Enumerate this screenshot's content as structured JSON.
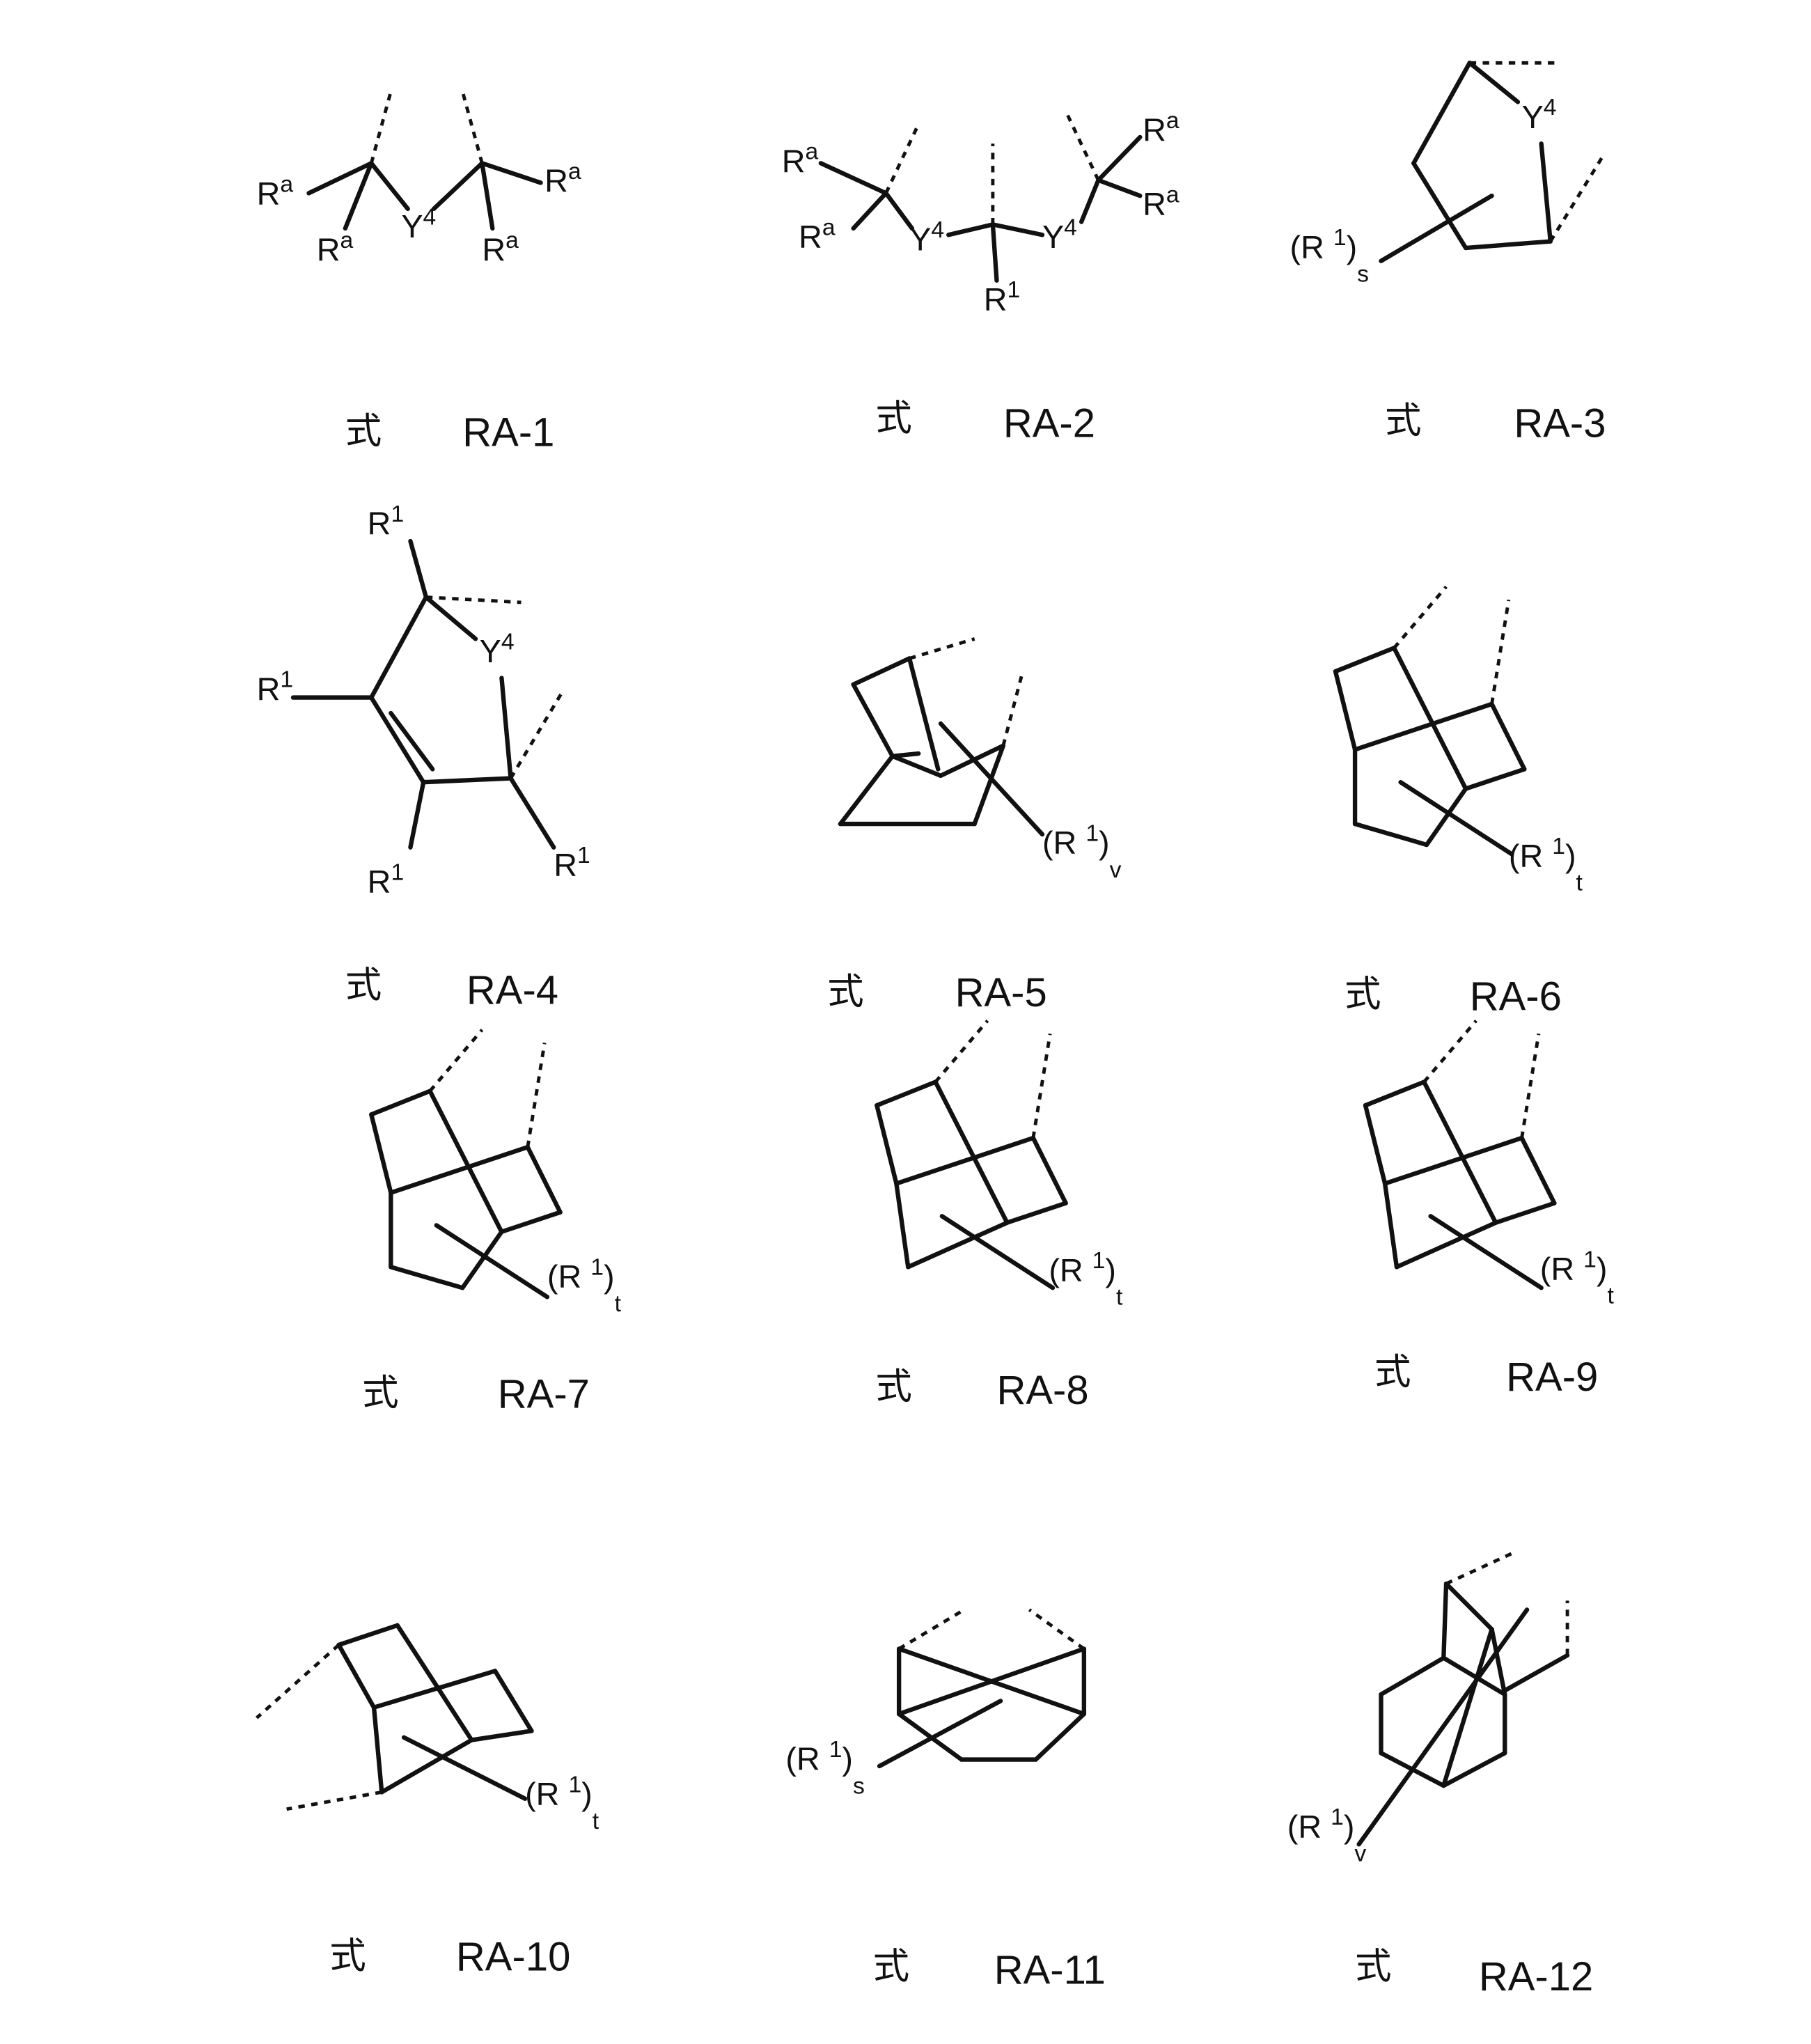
{
  "structures": [
    {
      "prefix": "式",
      "label": "RA-1",
      "atoms": [
        [
          {
            "t": "R"
          },
          {
            "t": "a",
            "s": "sup"
          }
        ],
        [
          {
            "t": "R"
          },
          {
            "t": "a",
            "s": "sup"
          }
        ],
        [
          {
            "t": "Y"
          },
          {
            "t": "4",
            "s": "sup"
          }
        ],
        [
          {
            "t": "R"
          },
          {
            "t": "a",
            "s": "sup"
          }
        ],
        [
          {
            "t": "R"
          },
          {
            "t": "a",
            "s": "sup"
          }
        ]
      ]
    },
    {
      "prefix": "式",
      "label": "RA-2",
      "atoms": [
        [
          {
            "t": "R"
          },
          {
            "t": "a",
            "s": "sup"
          }
        ],
        [
          {
            "t": "R"
          },
          {
            "t": "a",
            "s": "sup"
          }
        ],
        [
          {
            "t": "Y"
          },
          {
            "t": "4",
            "s": "sup"
          }
        ],
        [
          {
            "t": "R"
          },
          {
            "t": "1",
            "s": "sup"
          }
        ],
        [
          {
            "t": "Y"
          },
          {
            "t": "4",
            "s": "sup"
          }
        ],
        [
          {
            "t": "R"
          },
          {
            "t": "a",
            "s": "sup"
          }
        ],
        [
          {
            "t": "R"
          },
          {
            "t": "a",
            "s": "sup"
          }
        ]
      ]
    },
    {
      "prefix": "式",
      "label": "RA-3",
      "atoms": [
        [
          {
            "t": "Y"
          },
          {
            "t": "4",
            "s": "sup"
          }
        ],
        [
          {
            "t": "(R "
          },
          {
            "t": "1",
            "s": "sup"
          },
          {
            "t": ")"
          },
          {
            "t": "s",
            "s": "sub"
          }
        ]
      ]
    },
    {
      "prefix": "式",
      "label": "RA-4",
      "atoms": [
        [
          {
            "t": "R"
          },
          {
            "t": "1",
            "s": "sup"
          }
        ],
        [
          {
            "t": "R"
          },
          {
            "t": "1",
            "s": "sup"
          }
        ],
        [
          {
            "t": "Y"
          },
          {
            "t": "4",
            "s": "sup"
          }
        ],
        [
          {
            "t": "R"
          },
          {
            "t": "1",
            "s": "sup"
          }
        ],
        [
          {
            "t": "R"
          },
          {
            "t": "1",
            "s": "sup"
          }
        ]
      ]
    },
    {
      "prefix": "式",
      "label": "RA-5",
      "atoms": [
        [
          {
            "t": "(R "
          },
          {
            "t": "1",
            "s": "sup"
          },
          {
            "t": ")"
          },
          {
            "t": "v",
            "s": "sub"
          }
        ]
      ]
    },
    {
      "prefix": "式",
      "label": "RA-6",
      "atoms": [
        [
          {
            "t": "(R "
          },
          {
            "t": "1",
            "s": "sup"
          },
          {
            "t": ")"
          },
          {
            "t": "t",
            "s": "sub"
          }
        ]
      ]
    },
    {
      "prefix": "式",
      "label": "RA-7",
      "atoms": [
        [
          {
            "t": "(R "
          },
          {
            "t": "1",
            "s": "sup"
          },
          {
            "t": ")"
          },
          {
            "t": "t",
            "s": "sub"
          }
        ]
      ]
    },
    {
      "prefix": "式",
      "label": "RA-8",
      "atoms": [
        [
          {
            "t": "(R "
          },
          {
            "t": "1",
            "s": "sup"
          },
          {
            "t": ")"
          },
          {
            "t": "t",
            "s": "sub"
          }
        ]
      ]
    },
    {
      "prefix": "式",
      "label": "RA-9",
      "atoms": [
        [
          {
            "t": "(R "
          },
          {
            "t": "1",
            "s": "sup"
          },
          {
            "t": ")"
          },
          {
            "t": "t",
            "s": "sub"
          }
        ]
      ]
    },
    {
      "prefix": "式",
      "label": "RA-10",
      "atoms": [
        [
          {
            "t": "(R "
          },
          {
            "t": "1",
            "s": "sup"
          },
          {
            "t": ")"
          },
          {
            "t": "t",
            "s": "sub"
          }
        ]
      ]
    },
    {
      "prefix": "式",
      "label": "RA-11",
      "atoms": [
        [
          {
            "t": "(R "
          },
          {
            "t": "1",
            "s": "sup"
          },
          {
            "t": ")"
          },
          {
            "t": "s",
            "s": "sub"
          }
        ]
      ]
    },
    {
      "prefix": "式",
      "label": "RA-12",
      "atoms": [
        [
          {
            "t": "(R "
          },
          {
            "t": "1",
            "s": "sup"
          },
          {
            "t": ")"
          },
          {
            "t": "v",
            "s": "sub"
          }
        ]
      ]
    }
  ]
}
